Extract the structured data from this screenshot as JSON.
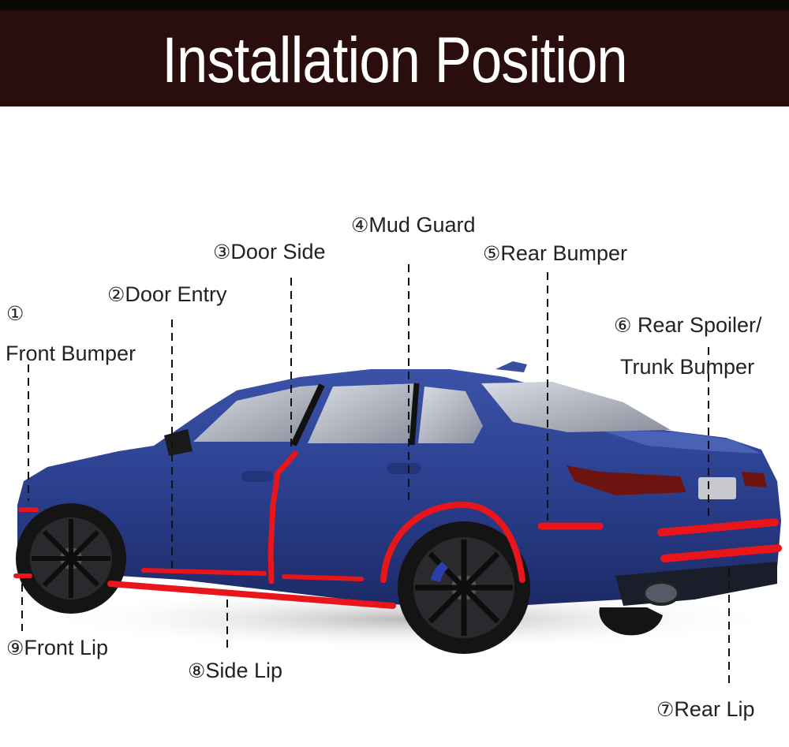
{
  "banner": {
    "title": "Installation Position"
  },
  "labels": {
    "front_bumper": {
      "num": "①",
      "text": "Front Bumper"
    },
    "door_entry": {
      "num": "②",
      "text": "Door Entry"
    },
    "door_side": {
      "num": "③",
      "text": "Door Side"
    },
    "mud_guard": {
      "num": "④",
      "text": "Mud Guard"
    },
    "rear_bumper": {
      "num": "⑤",
      "text": "Rear Bumper"
    },
    "rear_spoiler": {
      "num": "⑥",
      "line1": "Rear Spoiler/",
      "line2": "Trunk Bumper"
    },
    "rear_lip": {
      "num": "⑦",
      "text": "Rear Lip"
    },
    "side_lip": {
      "num": "⑧",
      "text": "Side Lip"
    },
    "front_lip": {
      "num": "⑨",
      "text": "Front Lip"
    }
  },
  "colors": {
    "banner_bg": "#2a0e0e",
    "car_body": "#2b3f8e",
    "trim_strip": "#e8151b",
    "label_text": "#222222"
  }
}
